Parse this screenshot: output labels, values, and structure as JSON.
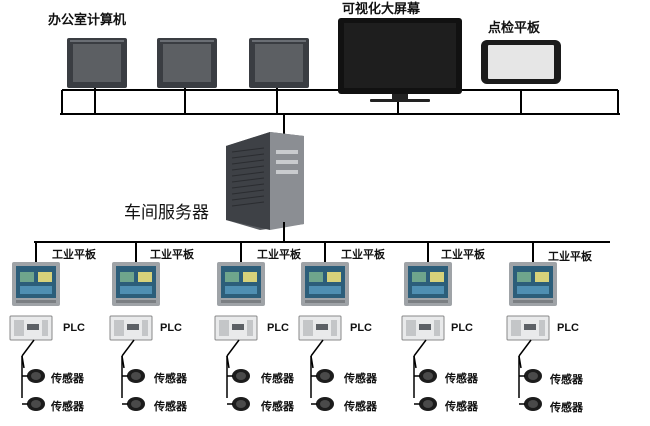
{
  "top_devices": [
    {
      "label": "办公室计算机",
      "type": "monitor"
    },
    {
      "label": "",
      "type": "monitor"
    },
    {
      "label": "",
      "type": "monitor"
    },
    {
      "label": "可视化大屏幕",
      "type": "big-screen"
    },
    {
      "label": "点检平板",
      "type": "tablet"
    }
  ],
  "server": {
    "label": "车间服务器"
  },
  "columns": [
    {
      "panel_label": "工业平板",
      "plc_label": "PLC",
      "sensors": [
        "传感器",
        "传感器"
      ]
    },
    {
      "panel_label": "工业平板",
      "plc_label": "PLC",
      "sensors": [
        "传感器",
        "传感器"
      ]
    },
    {
      "panel_label": "工业平板",
      "plc_label": "PLC",
      "sensors": [
        "传感器",
        "传感器"
      ]
    },
    {
      "panel_label": "工业平板",
      "plc_label": "PLC",
      "sensors": [
        "传感器",
        "传感器"
      ]
    },
    {
      "panel_label": "工业平板",
      "plc_label": "PLC",
      "sensors": [
        "传感器",
        "传感器"
      ]
    },
    {
      "panel_label": "工业平板",
      "plc_label": "PLC",
      "sensors": [
        "传感器",
        "传感器"
      ]
    }
  ],
  "colors": {
    "line": "#000000",
    "monitor_frame": "#3a3d42",
    "screen": "#5c5f63",
    "big_screen": "#111111",
    "tablet_screen": "#e6e6e6"
  }
}
